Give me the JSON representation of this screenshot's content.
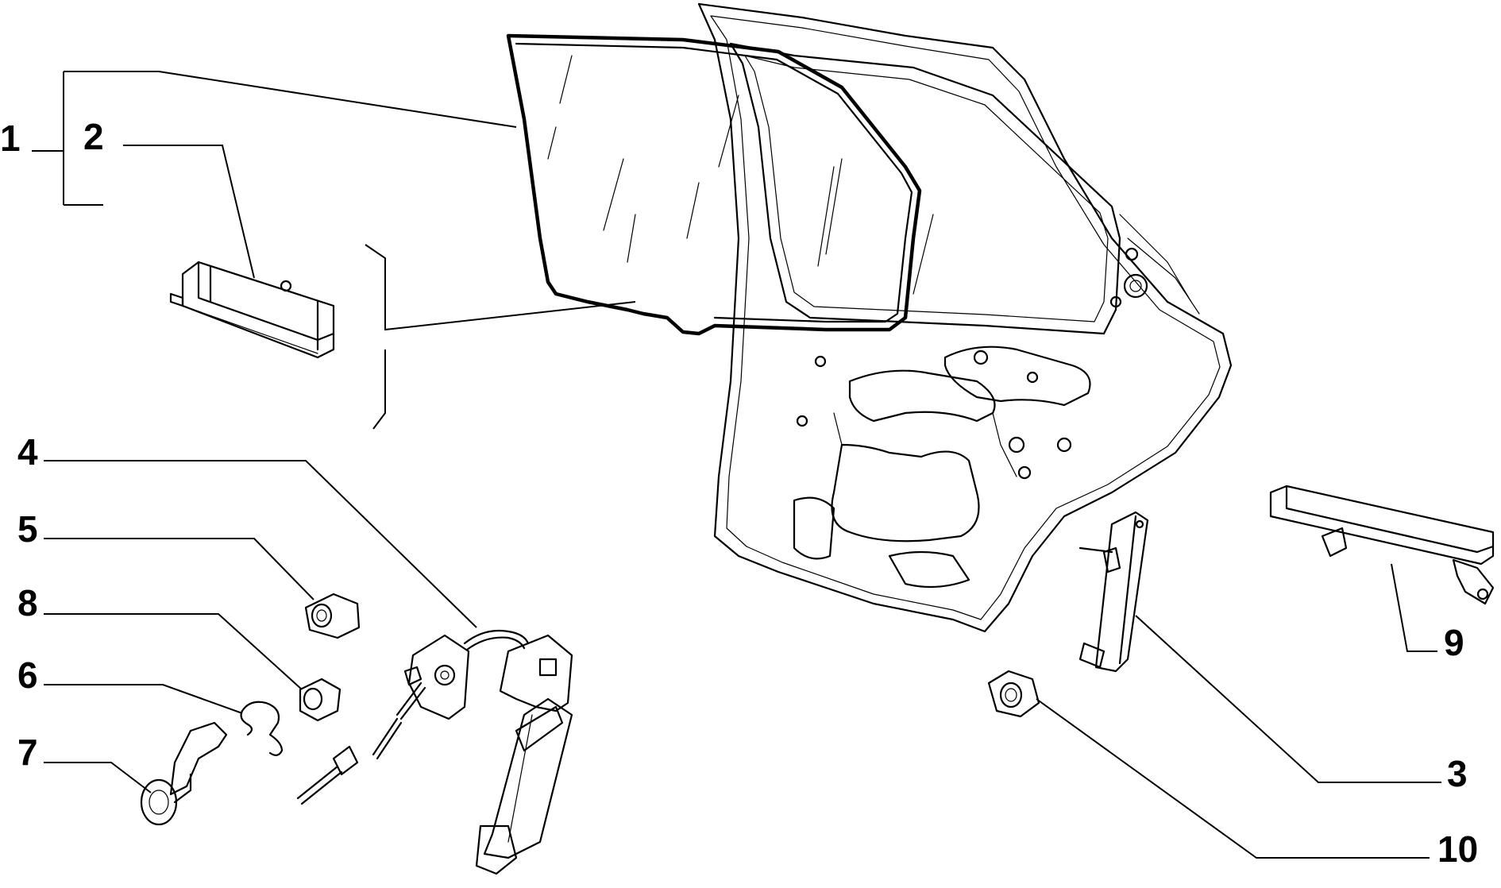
{
  "callouts": {
    "c1": "1",
    "c2": "2",
    "c3": "3",
    "c4": "4",
    "c5": "5",
    "c6": "6",
    "c7": "7",
    "c8": "8",
    "c9": "9",
    "c10": "10"
  },
  "parts": [
    "window-glass",
    "glass-channel",
    "door-shell",
    "window-regulator",
    "regulator-nut",
    "spring-clip",
    "crank-handle",
    "bushing",
    "rear-glass-guide",
    "nut"
  ]
}
